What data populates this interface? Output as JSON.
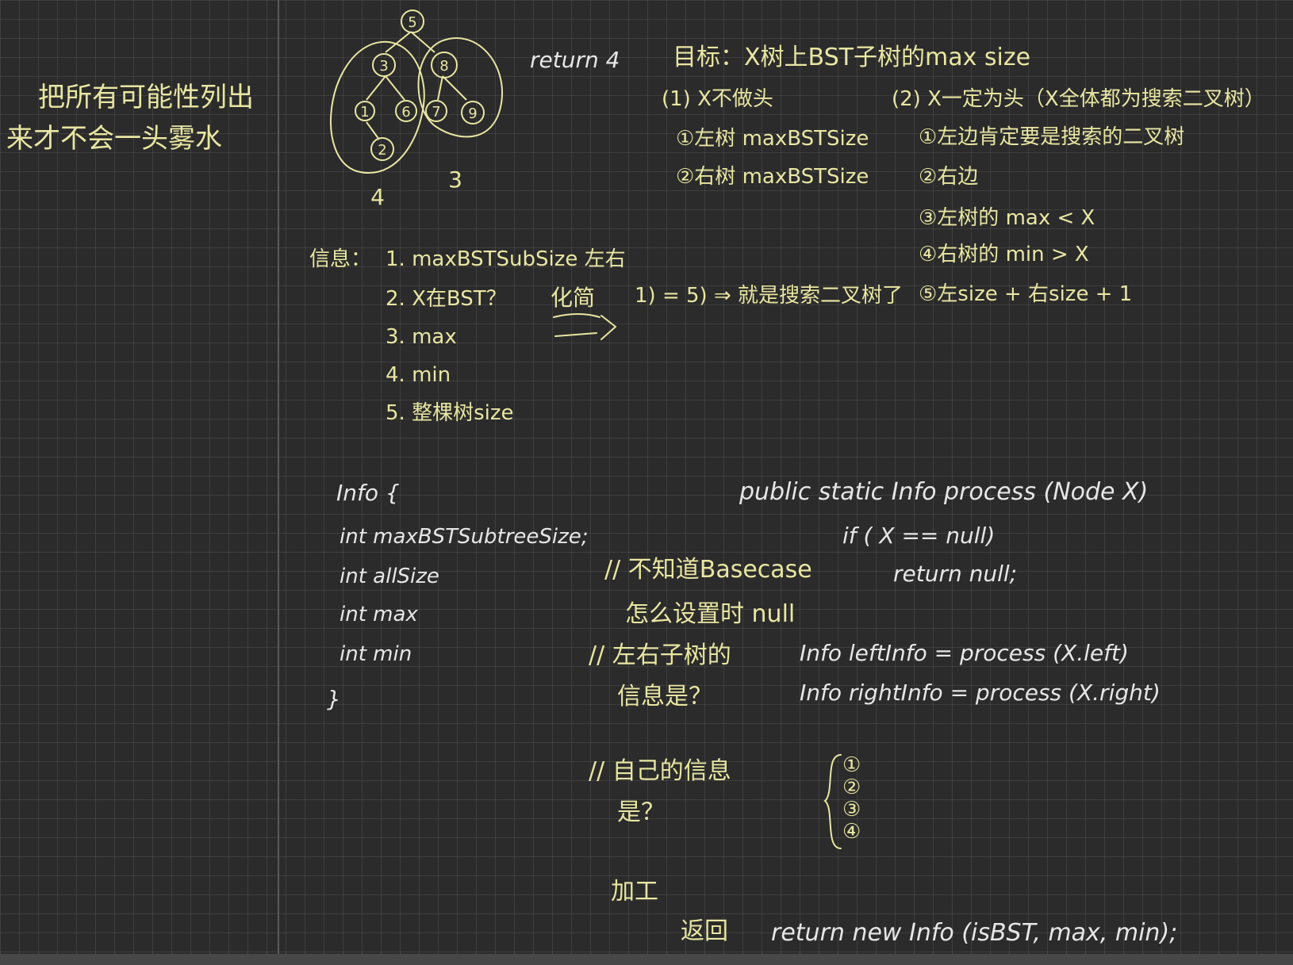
{
  "left_note": {
    "line1": "把所有可能性列出",
    "line2": "来才不会一头雾水"
  },
  "tree": {
    "root": "5",
    "left_subtree": [
      "3",
      "1",
      "6",
      "2"
    ],
    "right_subtree": [
      "8",
      "7",
      "9"
    ],
    "left_count": "4",
    "right_count": "3"
  },
  "return_label": "return 4",
  "goal": "目标：X树上BST子树的max size",
  "case1": {
    "title": "(1) X不做头",
    "item1": "①左树 maxBSTSize",
    "item2": "②右树 maxBSTSize"
  },
  "case2": {
    "title": "(2) X一定为头（X全体都为搜索二叉树）",
    "item1": "①左边肯定要是搜索的二叉树",
    "item2": "②右边",
    "item3": "③左树的 max < X",
    "item4": "④右树的 min > X",
    "item5": "⑤左size + 右size + 1"
  },
  "info_list": {
    "label": "信息：",
    "item1": "1. maxBSTSubSize 左右",
    "item2": "2. X在BST？",
    "item3": "3. max",
    "item4": "4. min",
    "item5": "5. 整棵树size"
  },
  "simplify": {
    "label": "化简",
    "note": "1) = 5) ⇒ 就是搜索二叉树了"
  },
  "info_class": {
    "line1": "Info {",
    "line2": "int maxBSTSubtreeSize;",
    "line3": "int allSize",
    "line4": "int max",
    "line5": "int min",
    "line6": "}"
  },
  "code": {
    "signature": "public static Info process (Node X)",
    "if_line": "if ( X == null)",
    "return_null": "return null;",
    "left_info": "Info leftInfo = process (X.left)",
    "right_info": "Info rightInfo = process (X.right)",
    "return_line": "return new Info (isBST, max, min);"
  },
  "comments": {
    "basecase1": "// 不知道Basecase",
    "basecase2": "怎么设置时 null",
    "subtree1": "// 左右子树的",
    "subtree2": "信息是？",
    "self1": "// 自己的信息",
    "self2": "是？",
    "process": "加工",
    "return": "返回"
  },
  "brace_items": [
    "①",
    "②",
    "③",
    "④"
  ]
}
